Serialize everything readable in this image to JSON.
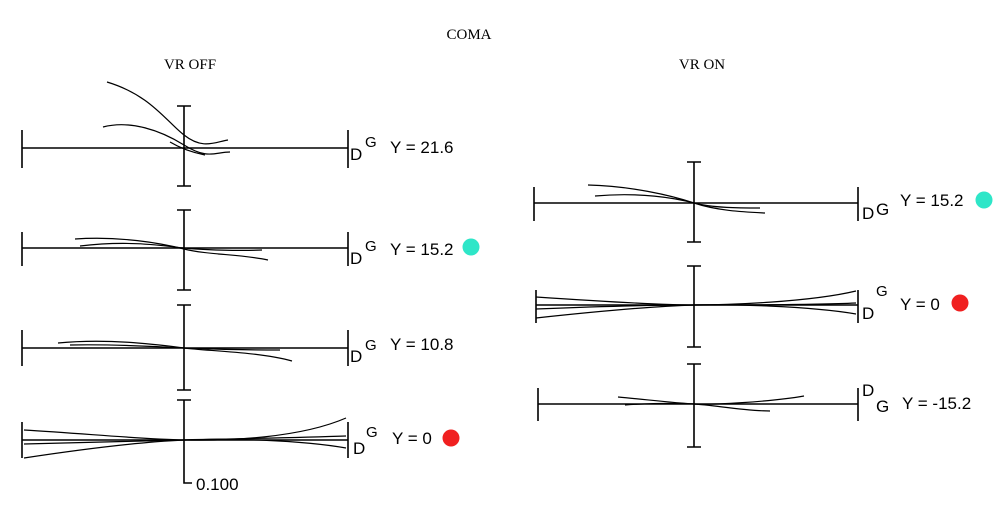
{
  "title": "COMA",
  "columns": {
    "left": "VR OFF",
    "right": "VR ON"
  },
  "plot_letters": {
    "d": "D",
    "g": "G"
  },
  "scale_label": "0.100",
  "colors": {
    "cyan_marker": "#2EE6C8",
    "red_marker": "#F02020"
  },
  "panels": [
    {
      "id": "off-21-6",
      "column": "left",
      "label": "Y = 21.6",
      "marker": null
    },
    {
      "id": "off-15-2",
      "column": "left",
      "label": "Y = 15.2",
      "marker": "cyan"
    },
    {
      "id": "off-10-8",
      "column": "left",
      "label": "Y = 10.8",
      "marker": null
    },
    {
      "id": "off-0",
      "column": "left",
      "label": "Y = 0",
      "marker": "red"
    },
    {
      "id": "on-15-2",
      "column": "right",
      "label": "Y = 15.2",
      "marker": "cyan"
    },
    {
      "id": "on-0",
      "column": "right",
      "label": "Y = 0",
      "marker": "red"
    },
    {
      "id": "on-neg-15-2",
      "column": "right",
      "label": "Y = -15.2",
      "marker": null
    }
  ]
}
